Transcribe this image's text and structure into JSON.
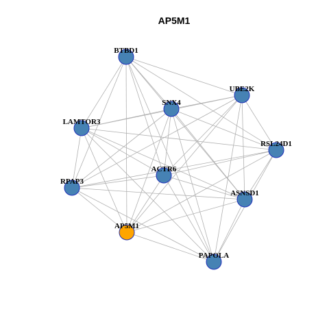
{
  "title": "AP5M1",
  "colors": {
    "node_default": "#4682b4",
    "node_highlight": "#ffa500",
    "node_border": "#1f2fb8",
    "edge": "#b0b0b0"
  },
  "nodes": [
    {
      "id": "BTBD1",
      "label": "BTBD1",
      "highlight": false
    },
    {
      "id": "UBE2K",
      "label": "UBE2K",
      "highlight": false
    },
    {
      "id": "SNX4",
      "label": "SNX4",
      "highlight": false
    },
    {
      "id": "LAMTOR3",
      "label": "LAMTOR3",
      "highlight": false
    },
    {
      "id": "RSL24D1",
      "label": "RSL24D1",
      "highlight": false
    },
    {
      "id": "ACTR6",
      "label": "ACTR6",
      "highlight": false
    },
    {
      "id": "RPAP3",
      "label": "RPAP3",
      "highlight": false
    },
    {
      "id": "ASNSD1",
      "label": "ASNSD1",
      "highlight": false
    },
    {
      "id": "AP5M1",
      "label": "AP5M1",
      "highlight": true
    },
    {
      "id": "PAPOLA",
      "label": "PAPOLA",
      "highlight": false
    }
  ],
  "edges": [
    [
      "BTBD1",
      "UBE2K"
    ],
    [
      "BTBD1",
      "SNX4"
    ],
    [
      "BTBD1",
      "LAMTOR3"
    ],
    [
      "BTBD1",
      "RSL24D1"
    ],
    [
      "BTBD1",
      "ACTR6"
    ],
    [
      "BTBD1",
      "RPAP3"
    ],
    [
      "BTBD1",
      "ASNSD1"
    ],
    [
      "BTBD1",
      "AP5M1"
    ],
    [
      "BTBD1",
      "PAPOLA"
    ],
    [
      "UBE2K",
      "SNX4"
    ],
    [
      "UBE2K",
      "LAMTOR3"
    ],
    [
      "UBE2K",
      "RSL24D1"
    ],
    [
      "UBE2K",
      "ACTR6"
    ],
    [
      "UBE2K",
      "RPAP3"
    ],
    [
      "UBE2K",
      "ASNSD1"
    ],
    [
      "UBE2K",
      "AP5M1"
    ],
    [
      "UBE2K",
      "PAPOLA"
    ],
    [
      "SNX4",
      "LAMTOR3"
    ],
    [
      "SNX4",
      "RSL24D1"
    ],
    [
      "SNX4",
      "ACTR6"
    ],
    [
      "SNX4",
      "RPAP3"
    ],
    [
      "SNX4",
      "ASNSD1"
    ],
    [
      "SNX4",
      "AP5M1"
    ],
    [
      "SNX4",
      "PAPOLA"
    ],
    [
      "LAMTOR3",
      "RSL24D1"
    ],
    [
      "LAMTOR3",
      "ACTR6"
    ],
    [
      "LAMTOR3",
      "RPAP3"
    ],
    [
      "LAMTOR3",
      "ASNSD1"
    ],
    [
      "LAMTOR3",
      "AP5M1"
    ],
    [
      "LAMTOR3",
      "PAPOLA"
    ],
    [
      "RSL24D1",
      "ACTR6"
    ],
    [
      "RSL24D1",
      "RPAP3"
    ],
    [
      "RSL24D1",
      "ASNSD1"
    ],
    [
      "RSL24D1",
      "AP5M1"
    ],
    [
      "RSL24D1",
      "PAPOLA"
    ],
    [
      "ACTR6",
      "RPAP3"
    ],
    [
      "ACTR6",
      "ASNSD1"
    ],
    [
      "ACTR6",
      "AP5M1"
    ],
    [
      "ACTR6",
      "PAPOLA"
    ],
    [
      "RPAP3",
      "ASNSD1"
    ],
    [
      "RPAP3",
      "AP5M1"
    ],
    [
      "RPAP3",
      "PAPOLA"
    ],
    [
      "ASNSD1",
      "AP5M1"
    ],
    [
      "ASNSD1",
      "PAPOLA"
    ],
    [
      "AP5M1",
      "PAPOLA"
    ]
  ]
}
